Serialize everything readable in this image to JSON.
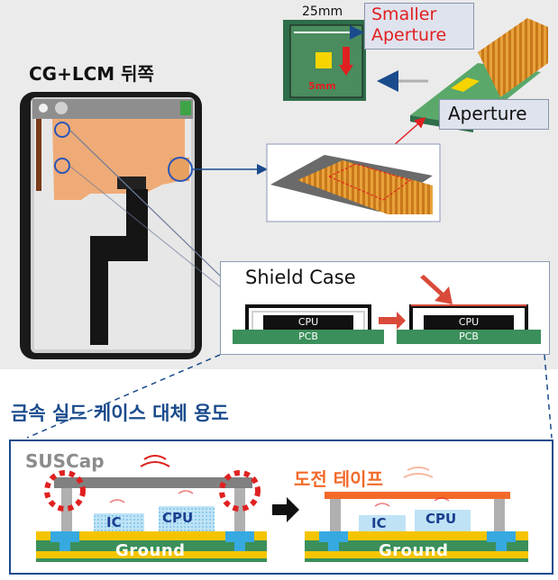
{
  "top": {
    "device_title": "CG+LCM 뒤쪽",
    "dimension_25": "25mm",
    "dimension_5": "5mm",
    "smaller_aperture": "Smaller\nAperture",
    "aperture": "Aperture"
  },
  "shield": {
    "title": "Shield Case",
    "before": {
      "chip": "CPU",
      "board": "PCB"
    },
    "after": {
      "chip": "CPU",
      "board": "PCB"
    }
  },
  "bottom": {
    "section_title": "금속 실드 케이스 대체 용도",
    "left": {
      "label": "SUSCap",
      "ic": "IC",
      "cpu": "CPU",
      "ground": "Ground"
    },
    "right": {
      "label": "도전 테이프",
      "ic": "IC",
      "cpu": "CPU",
      "ground": "Ground"
    }
  },
  "colors": {
    "title_blue": "#1a4b8c",
    "accent_red": "#e02020",
    "tape_orange": "#f26a2a",
    "pcb_green": "#3a8f5a",
    "ground_yellow": "#f5c400"
  }
}
